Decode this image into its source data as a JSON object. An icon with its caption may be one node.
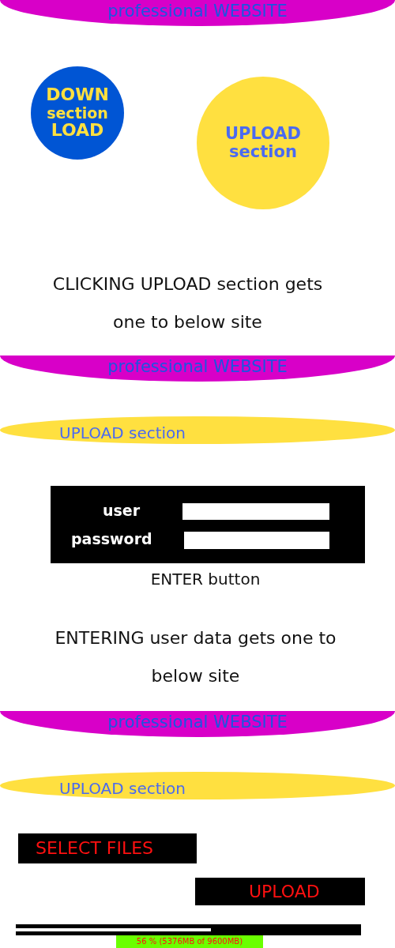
{
  "diagram": {
    "nodes": [
      {
        "text": [
          "professional WEBSITE"
        ]
      },
      {
        "text": [
          "DOWN",
          "section",
          "LOAD"
        ]
      },
      {
        "text": [
          "UPLOAD section"
        ]
      },
      {
        "text": [
          "professional WEBSITE"
        ]
      },
      {
        "text": [
          "UPLOAD section"
        ]
      },
      {
        "text": [
          "user",
          "password"
        ]
      },
      {
        "text": [
          "professional WEBSITE"
        ]
      },
      {
        "text": [
          "UPLOAD section"
        ]
      },
      {
        "text": [
          "SELECT FILES"
        ]
      },
      {
        "text": [
          "UPLOAD"
        ]
      },
      {
        "text": [
          "56 % (5376MB of 9600MB)"
        ]
      }
    ],
    "labels": [
      "CLICKING UPLOAD section gets one to below site",
      "ENTER button",
      "ENTERING user data gets one to below site"
    ]
  }
}
